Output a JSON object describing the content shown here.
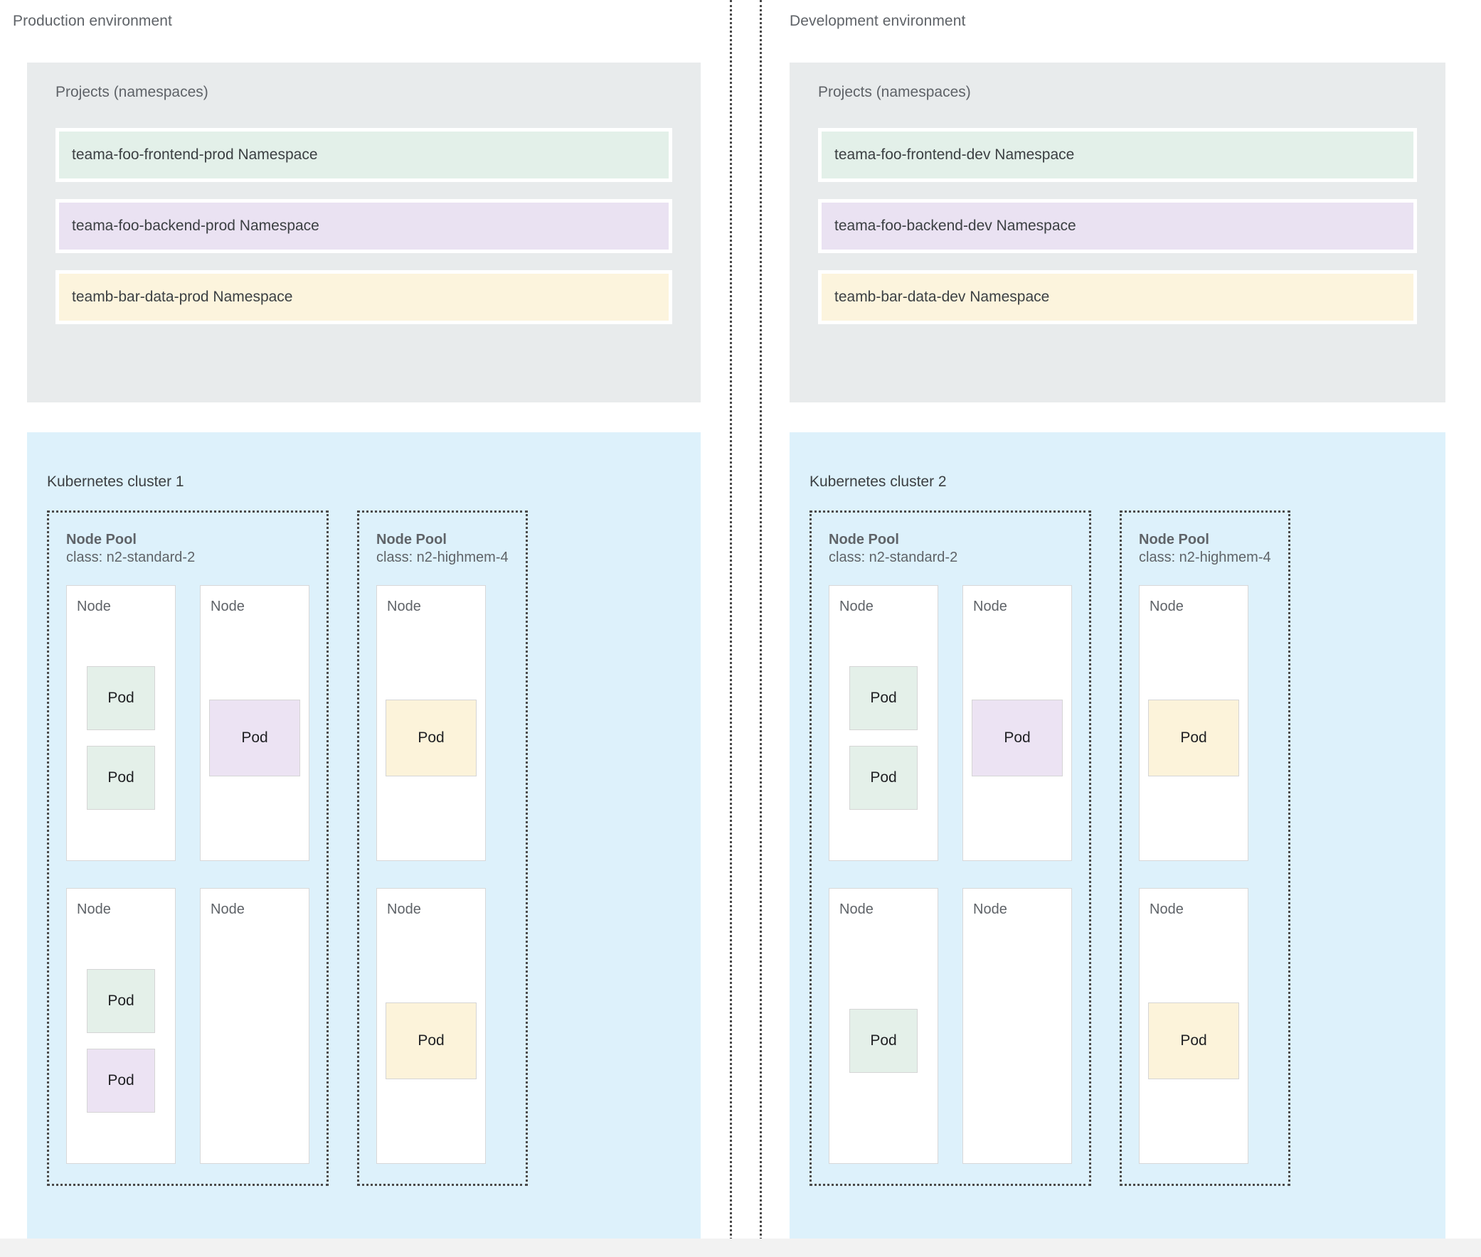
{
  "environments": [
    {
      "id": "production",
      "title": "Production environment",
      "projects": {
        "title": "Projects (namespaces)",
        "namespaces": [
          {
            "label": "teama-foo-frontend-prod Namespace",
            "color_key": "green",
            "color": "#e3f0e9"
          },
          {
            "label": "teama-foo-backend-prod Namespace",
            "color_key": "purple",
            "color": "#eae2f2"
          },
          {
            "label": "teamb-bar-data-prod Namespace",
            "color_key": "yellow",
            "color": "#fcf4dd"
          }
        ]
      },
      "cluster": {
        "title": "Kubernetes cluster 1",
        "node_pools": [
          {
            "title": "Node Pool",
            "class_label": "class: n2-standard-2",
            "nodes": [
              {
                "label": "Node",
                "pods": [
                  {
                    "label": "Pod",
                    "color_key": "green"
                  },
                  {
                    "label": "Pod",
                    "color_key": "green"
                  }
                ]
              },
              {
                "label": "Node",
                "pods": [
                  {
                    "label": "Pod",
                    "color_key": "purple",
                    "wide": true
                  }
                ]
              },
              {
                "label": "Node",
                "pods": [
                  {
                    "label": "Pod",
                    "color_key": "green"
                  },
                  {
                    "label": "Pod",
                    "color_key": "purple"
                  }
                ]
              },
              {
                "label": "Node",
                "pods": []
              }
            ]
          },
          {
            "title": "Node Pool",
            "class_label": "class: n2-highmem-4",
            "nodes": [
              {
                "label": "Node",
                "pods": [
                  {
                    "label": "Pod",
                    "color_key": "yellow",
                    "wide": true
                  }
                ]
              },
              {
                "label": "Node",
                "pods": [
                  {
                    "label": "Pod",
                    "color_key": "yellow",
                    "wide": true
                  }
                ]
              }
            ]
          }
        ]
      }
    },
    {
      "id": "development",
      "title": "Development environment",
      "projects": {
        "title": "Projects (namespaces)",
        "namespaces": [
          {
            "label": "teama-foo-frontend-dev Namespace",
            "color_key": "green",
            "color": "#e3f0e9"
          },
          {
            "label": "teama-foo-backend-dev Namespace",
            "color_key": "purple",
            "color": "#eae2f2"
          },
          {
            "label": "teamb-bar-data-dev Namespace",
            "color_key": "yellow",
            "color": "#fcf4dd"
          }
        ]
      },
      "cluster": {
        "title": "Kubernetes cluster 2",
        "node_pools": [
          {
            "title": "Node Pool",
            "class_label": "class: n2-standard-2",
            "nodes": [
              {
                "label": "Node",
                "pods": [
                  {
                    "label": "Pod",
                    "color_key": "green"
                  },
                  {
                    "label": "Pod",
                    "color_key": "green"
                  }
                ]
              },
              {
                "label": "Node",
                "pods": [
                  {
                    "label": "Pod",
                    "color_key": "purple",
                    "wide": true
                  }
                ]
              },
              {
                "label": "Node",
                "pods": [
                  {
                    "label": "Pod",
                    "color_key": "green"
                  }
                ]
              },
              {
                "label": "Node",
                "pods": []
              }
            ]
          },
          {
            "title": "Node Pool",
            "class_label": "class: n2-highmem-4",
            "nodes": [
              {
                "label": "Node",
                "pods": [
                  {
                    "label": "Pod",
                    "color_key": "yellow",
                    "wide": true
                  }
                ]
              },
              {
                "label": "Node",
                "pods": [
                  {
                    "label": "Pod",
                    "color_key": "yellow",
                    "wide": true
                  }
                ]
              }
            ]
          }
        ]
      }
    }
  ],
  "palette": {
    "namespace_green": "#e3f0e9",
    "namespace_purple": "#eae2f2",
    "namespace_yellow": "#fcf4dd",
    "pod_green": "#e4f0e9",
    "pod_purple": "#ece3f3",
    "pod_yellow": "#fcf3da",
    "projects_panel": "#e8ebec",
    "cluster_panel": "#ddf1fb",
    "text_muted": "#5f6368",
    "text_dark": "#3c4043",
    "dotted_border": "#4a4a4a"
  }
}
